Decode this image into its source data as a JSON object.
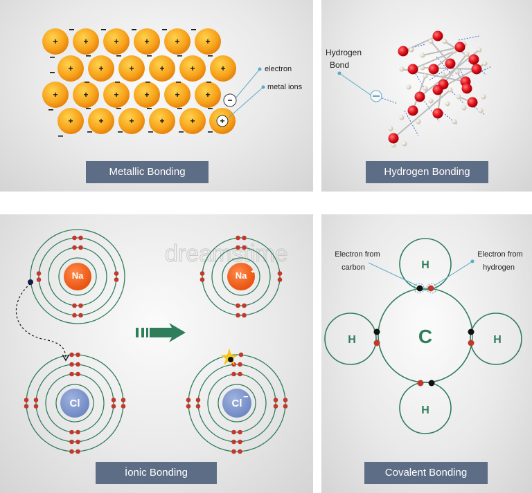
{
  "metallic": {
    "title": "Metallic  Bonding",
    "callout_electron": "electron",
    "callout_metal_ions": "metal ions",
    "ion_sign": "+",
    "electron_sign": "−"
  },
  "hydrogen": {
    "title": "Hydrogen Bonding",
    "callout_line1": "Hydrogen",
    "callout_line2": "Bond"
  },
  "ionic": {
    "title": "İonic  Bonding",
    "na_label": "Na",
    "na_ion_label": "Na",
    "na_ion_charge": "+",
    "cl_label": "Cl",
    "cl_ion_label": "Cl",
    "cl_ion_charge": "−"
  },
  "covalent": {
    "title": "Covalent  Bonding",
    "carbon_label": "C",
    "hydrogen_label": "H",
    "callout_carbon_line1": "Electron from",
    "callout_carbon_line2": "carbon",
    "callout_hydrogen_line1": "Electron from",
    "callout_hydrogen_line2": "hydrogen"
  },
  "watermark": "dreamstime",
  "colors": {
    "label_bg": "#5d6d85",
    "ion_orange": "#f5a623",
    "na_orange": "#f26522",
    "cl_blue": "#7b93c8",
    "shell_green": "#2e7d5b",
    "electron_red": "#c0392b",
    "oxygen_red": "#e0101a",
    "hydrogen_bead": "#e8e0cc",
    "arrow_green": "#2e7d5b"
  }
}
